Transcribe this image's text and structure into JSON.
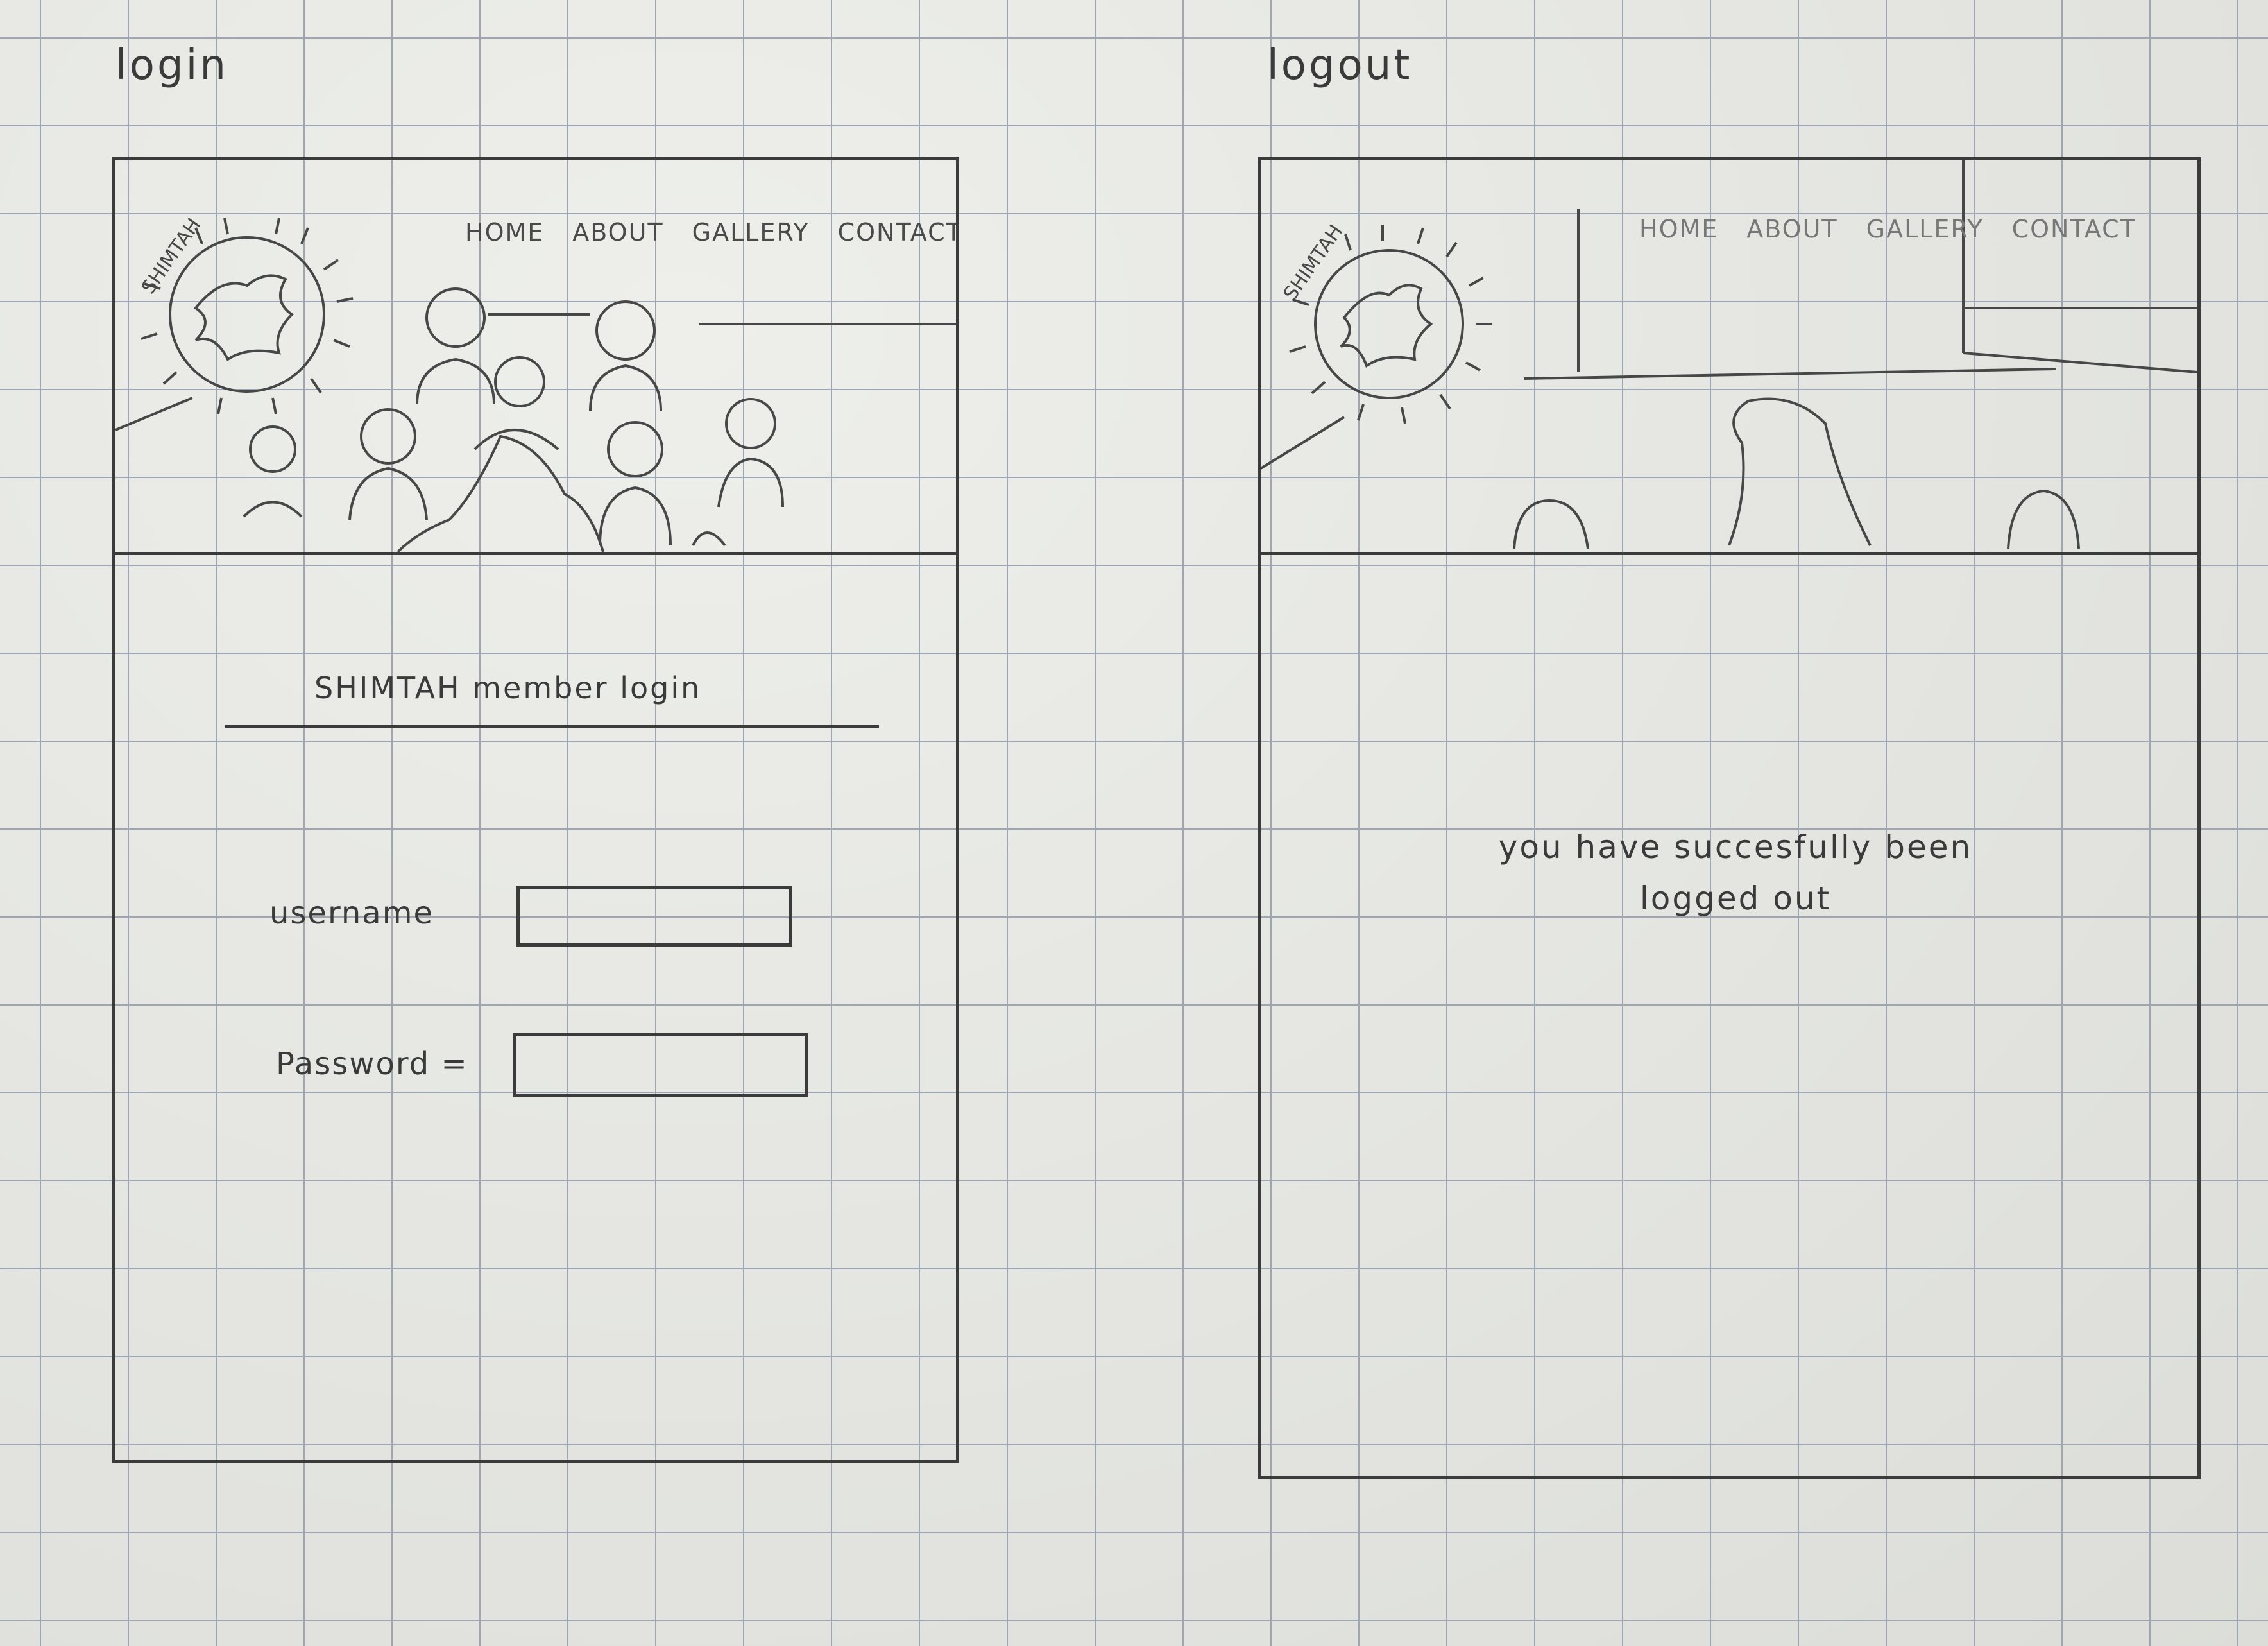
{
  "login_screen": {
    "caption": "login",
    "nav": [
      "HOME",
      "ABOUT",
      "GALLERY",
      "CONTACT"
    ],
    "logo_text": "SHIMTAH",
    "form": {
      "title": "SHIMTAH member login",
      "username_label": "username",
      "password_label": "Password ="
    }
  },
  "logout_screen": {
    "caption": "logout",
    "nav": [
      "HOME",
      "ABOUT",
      "GALLERY",
      "CONTACT"
    ],
    "logo_text": "SHIMTAH",
    "message_line1": "you have succesfully been",
    "message_line2": "logged out"
  }
}
